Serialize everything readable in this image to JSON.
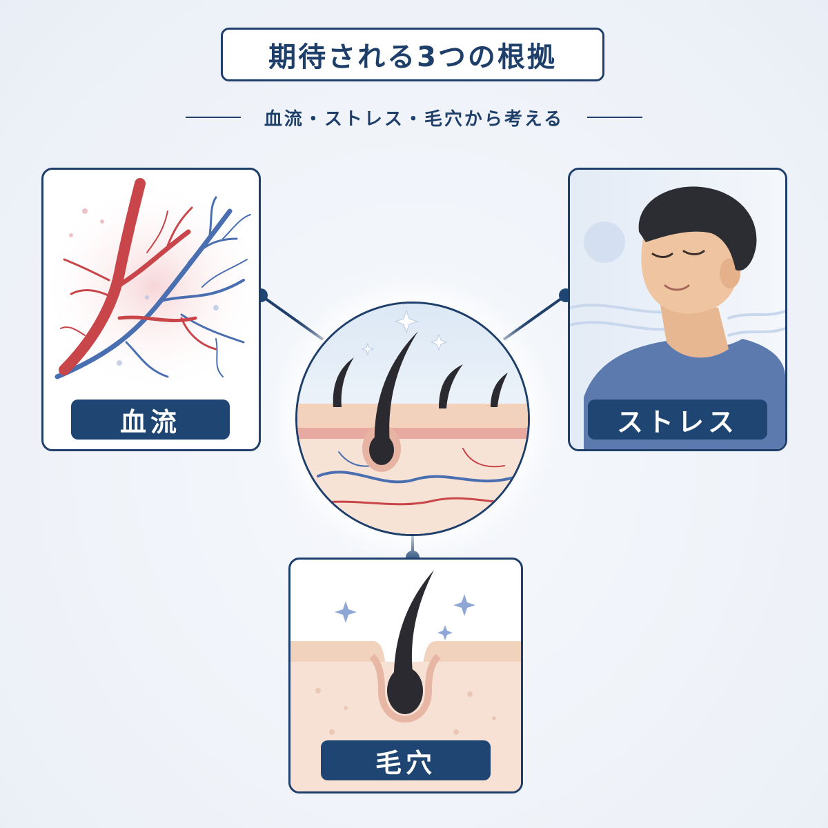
{
  "title": "期待される3つの根拠",
  "subtitle": "血流・ストレス・毛穴から考える",
  "cards": {
    "blood": {
      "label": "血流",
      "icon": "blood-vessel-icon"
    },
    "stress": {
      "label": "ストレス",
      "icon": "relaxed-man-icon"
    },
    "pore": {
      "label": "毛穴",
      "icon": "hair-follicle-icon"
    }
  },
  "center": {
    "icon": "scalp-cross-section-icon"
  },
  "colors": {
    "navy": "#1f3f6b",
    "label_bg": "#1f4673",
    "artery": "#c8464a",
    "vein": "#4a6fb0",
    "skin": "#f3d8c6",
    "hair": "#2a2a30",
    "background": "#eef2f8"
  }
}
